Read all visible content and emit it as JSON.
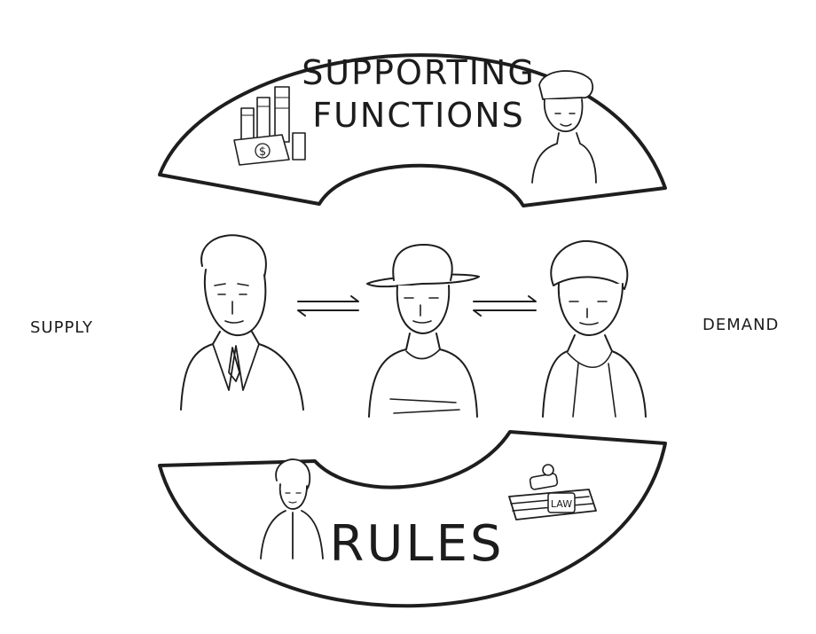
{
  "diagram": {
    "top_section": {
      "label_line1": "SUPPORTING",
      "label_line2": "FUNCTIONS"
    },
    "bottom_section": {
      "label": "RULES",
      "book_label": "LAW"
    },
    "left_label": "SUPPLY",
    "right_label": "DEMAND",
    "money_symbol": "$",
    "icons": {
      "top_left": "money-stack-icon",
      "top_right": "woman-icon",
      "bottom_left": "official-icon",
      "bottom_right": "law-book-gavel-icon",
      "center_left": "businessman-icon",
      "center_middle": "farmer-icon",
      "center_right": "woman-consumer-icon",
      "arrows": "exchange-arrows-icon"
    }
  }
}
